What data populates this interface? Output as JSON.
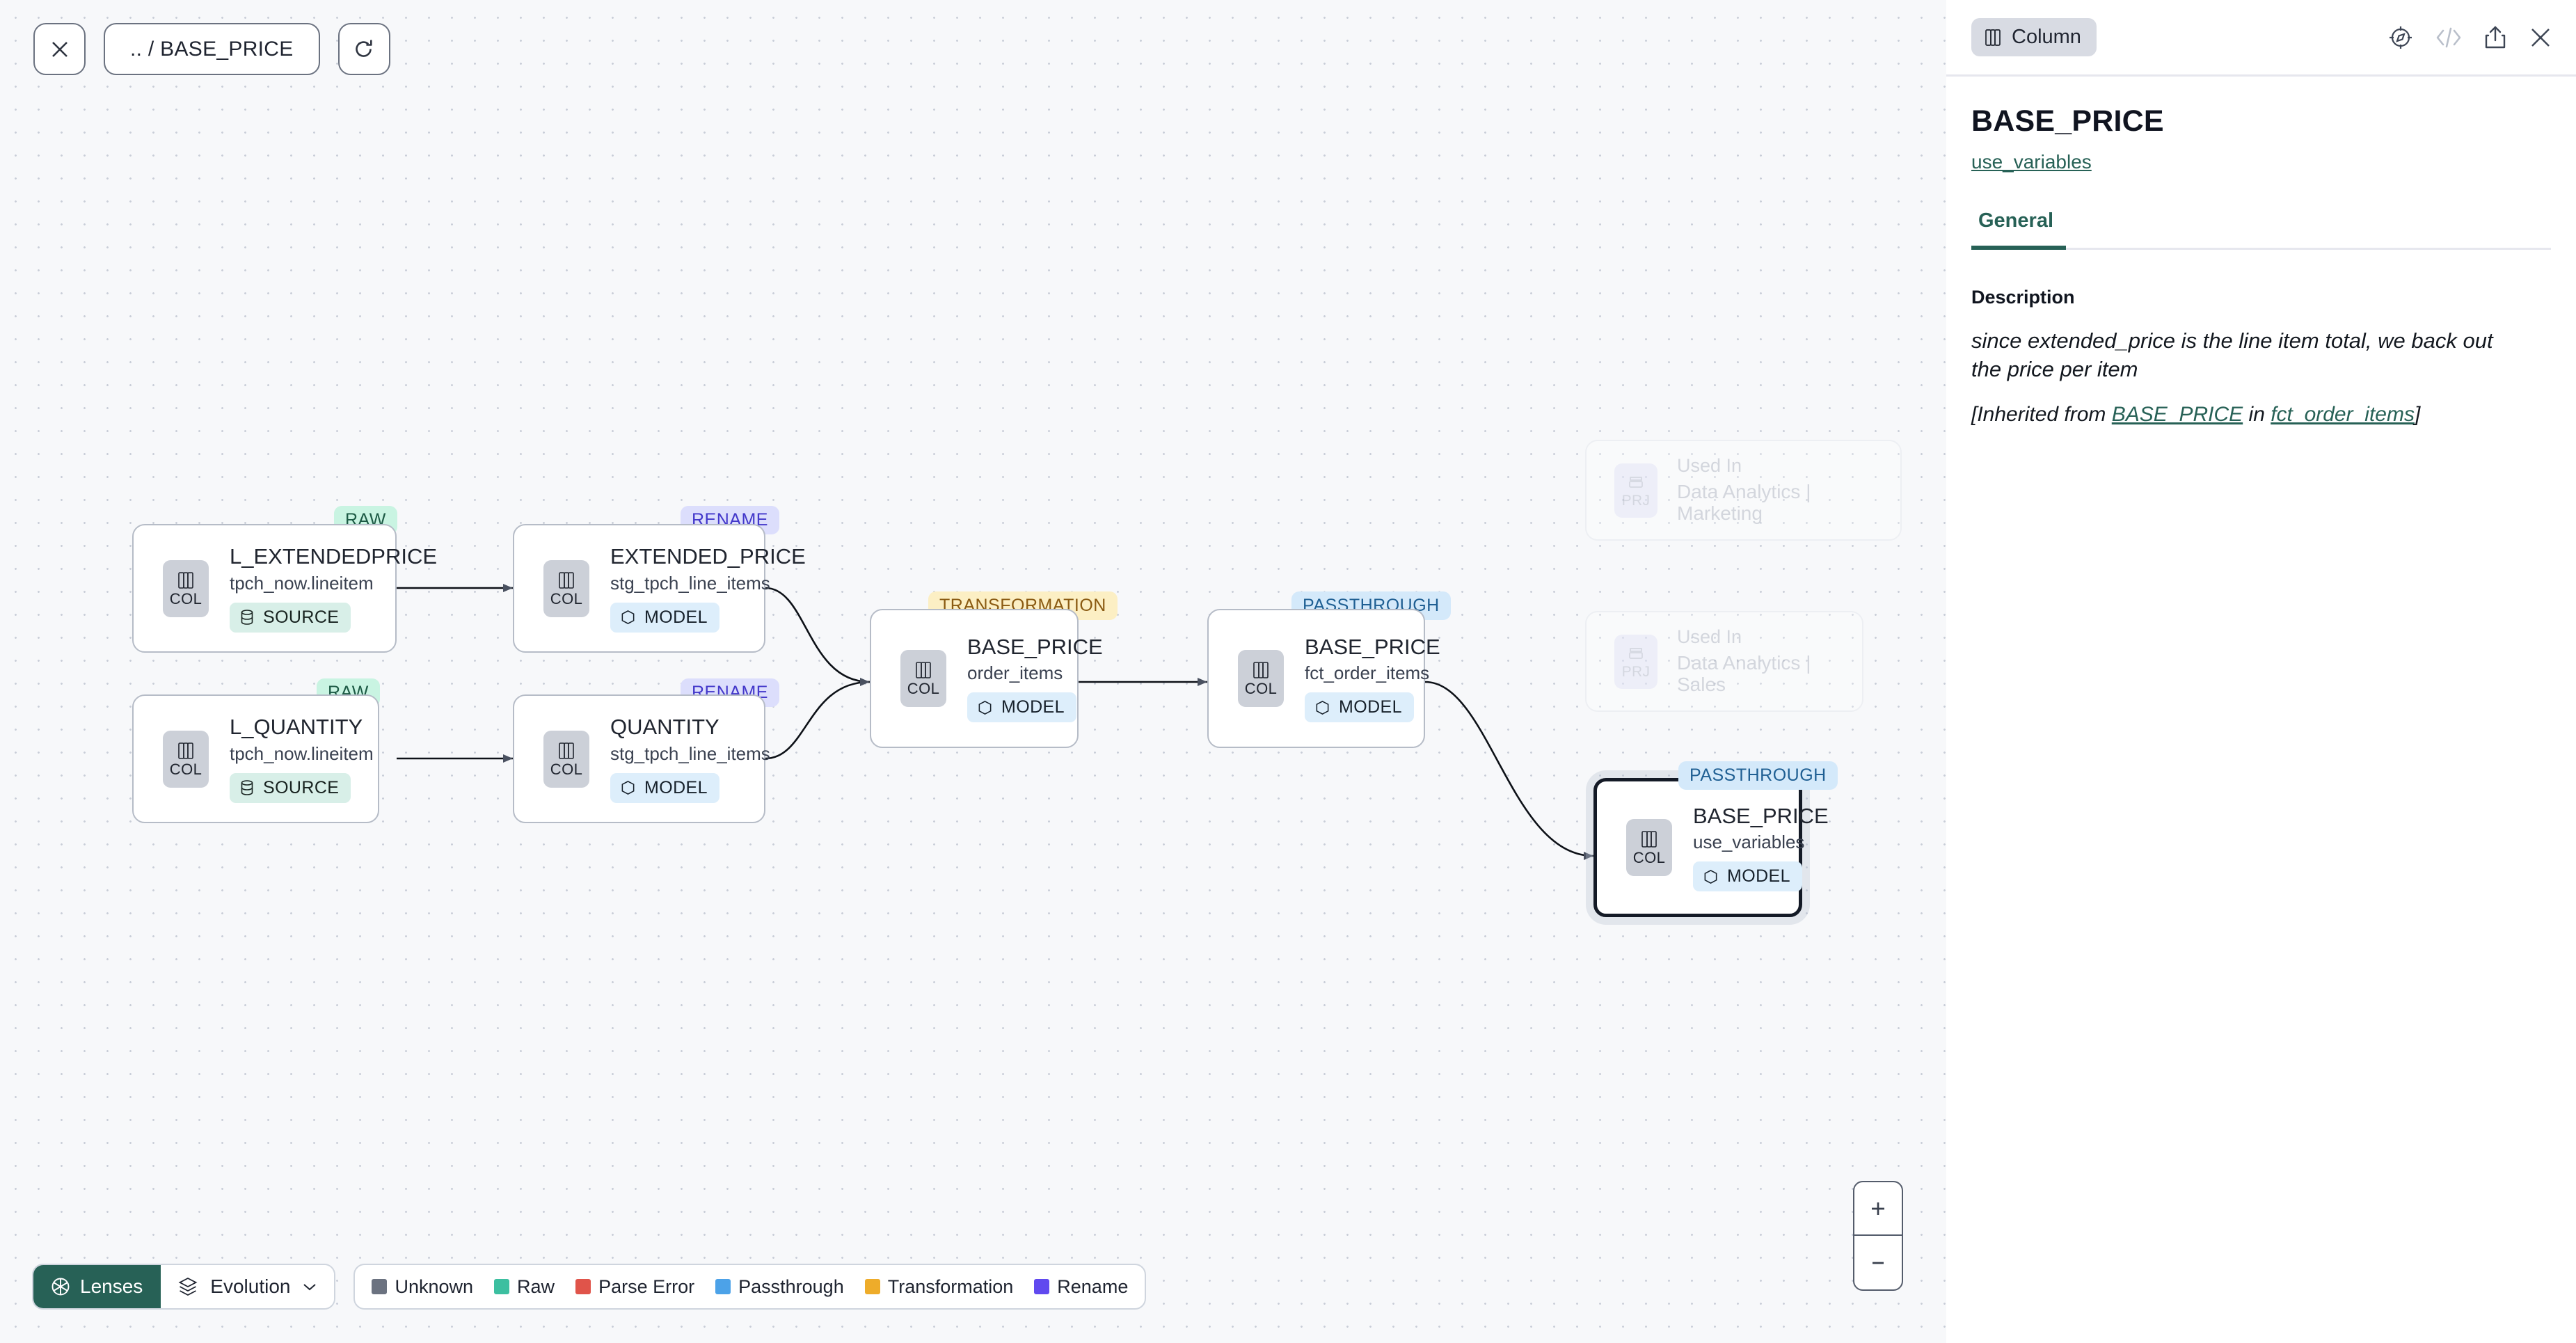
{
  "toolbar": {
    "close_icon": "close-icon",
    "breadcrumb": ".. / BASE_PRICE",
    "refresh_icon": "refresh-icon"
  },
  "graph": {
    "nodes": [
      {
        "id": "l_extendedprice",
        "tag": "RAW",
        "tag_kind": "raw",
        "icon_label": "COL",
        "icon": "column-icon",
        "name": "L_EXTENDEDPRICE",
        "sub": "tpch_now.lineitem",
        "pill": "SOURCE",
        "pill_kind": "source",
        "pill_icon": "database-icon"
      },
      {
        "id": "l_quantity",
        "tag": "RAW",
        "tag_kind": "raw",
        "icon_label": "COL",
        "icon": "column-icon",
        "name": "L_QUANTITY",
        "sub": "tpch_now.lineitem",
        "pill": "SOURCE",
        "pill_kind": "source",
        "pill_icon": "database-icon"
      },
      {
        "id": "extended_price",
        "tag": "RENAME",
        "tag_kind": "rename",
        "icon_label": "COL",
        "icon": "column-icon",
        "name": "EXTENDED_PRICE",
        "sub": "stg_tpch_line_items",
        "pill": "MODEL",
        "pill_kind": "model",
        "pill_icon": "cube-icon"
      },
      {
        "id": "quantity",
        "tag": "RENAME",
        "tag_kind": "rename",
        "icon_label": "COL",
        "icon": "column-icon",
        "name": "QUANTITY",
        "sub": "stg_tpch_line_items",
        "pill": "MODEL",
        "pill_kind": "model",
        "pill_icon": "cube-icon"
      },
      {
        "id": "base_price_order_items",
        "tag": "TRANSFORMATION",
        "tag_kind": "trans",
        "icon_label": "COL",
        "icon": "column-icon",
        "name": "BASE_PRICE",
        "sub": "order_items",
        "pill": "MODEL",
        "pill_kind": "model",
        "pill_icon": "cube-icon"
      },
      {
        "id": "base_price_fct_order_items",
        "tag": "PASSTHROUGH",
        "tag_kind": "pass",
        "icon_label": "COL",
        "icon": "column-icon",
        "name": "BASE_PRICE",
        "sub": "fct_order_items",
        "pill": "MODEL",
        "pill_kind": "model",
        "pill_icon": "cube-icon"
      },
      {
        "id": "base_price_use_variables",
        "tag": "PASSTHROUGH",
        "tag_kind": "pass",
        "icon_label": "COL",
        "icon": "column-icon",
        "name": "BASE_PRICE",
        "sub": "use_variables",
        "pill": "MODEL",
        "pill_kind": "model",
        "pill_icon": "cube-icon",
        "selected": true
      }
    ],
    "used_in": [
      {
        "id": "used-in-marketing",
        "icon_label": "PRJ",
        "icon": "project-icon",
        "title": "Used In",
        "sub": "Data Analytics | Marketing"
      },
      {
        "id": "used-in-sales",
        "icon_label": "PRJ",
        "icon": "project-icon",
        "title": "Used In",
        "sub": "Data Analytics | Sales"
      }
    ]
  },
  "bottom_bar": {
    "lenses_label": "Lenses",
    "lenses_icon": "aperture-icon",
    "evolution_label": "Evolution",
    "evolution_icon": "layers-icon",
    "chevron_icon": "chevron-down-icon",
    "legend": [
      {
        "label": "Unknown",
        "color": "#6b7280"
      },
      {
        "label": "Raw",
        "color": "#3cbfa0"
      },
      {
        "label": "Parse Error",
        "color": "#e0544a"
      },
      {
        "label": "Passthrough",
        "color": "#4ca2e8"
      },
      {
        "label": "Transformation",
        "color": "#eeac2a"
      },
      {
        "label": "Rename",
        "color": "#6049ef"
      }
    ]
  },
  "zoom_controls": {
    "zoom_in": "+",
    "zoom_out": "−"
  },
  "panel": {
    "kind_chip": "Column",
    "kind_icon": "column-icon",
    "icons": [
      {
        "name": "explore-compass-icon",
        "dim": false
      },
      {
        "name": "code-icon",
        "dim": true
      },
      {
        "name": "share-icon",
        "dim": false
      },
      {
        "name": "close-icon",
        "dim": false
      }
    ],
    "title": "BASE_PRICE",
    "subtitle_link": "use_variables",
    "tabs": [
      {
        "label": "General",
        "active": true
      }
    ],
    "description_label": "Description",
    "description_text": "since extended_price is the line item total, we back out the price per item",
    "inherited_prefix": "[Inherited from ",
    "inherited_column": "BASE_PRICE",
    "inherited_middle": " in ",
    "inherited_model": "fct_order_items",
    "inherited_suffix": "]"
  },
  "colors": {
    "accent": "#276156",
    "canvas_bg": "#f7f8fa",
    "selected_border": "#141a26"
  }
}
